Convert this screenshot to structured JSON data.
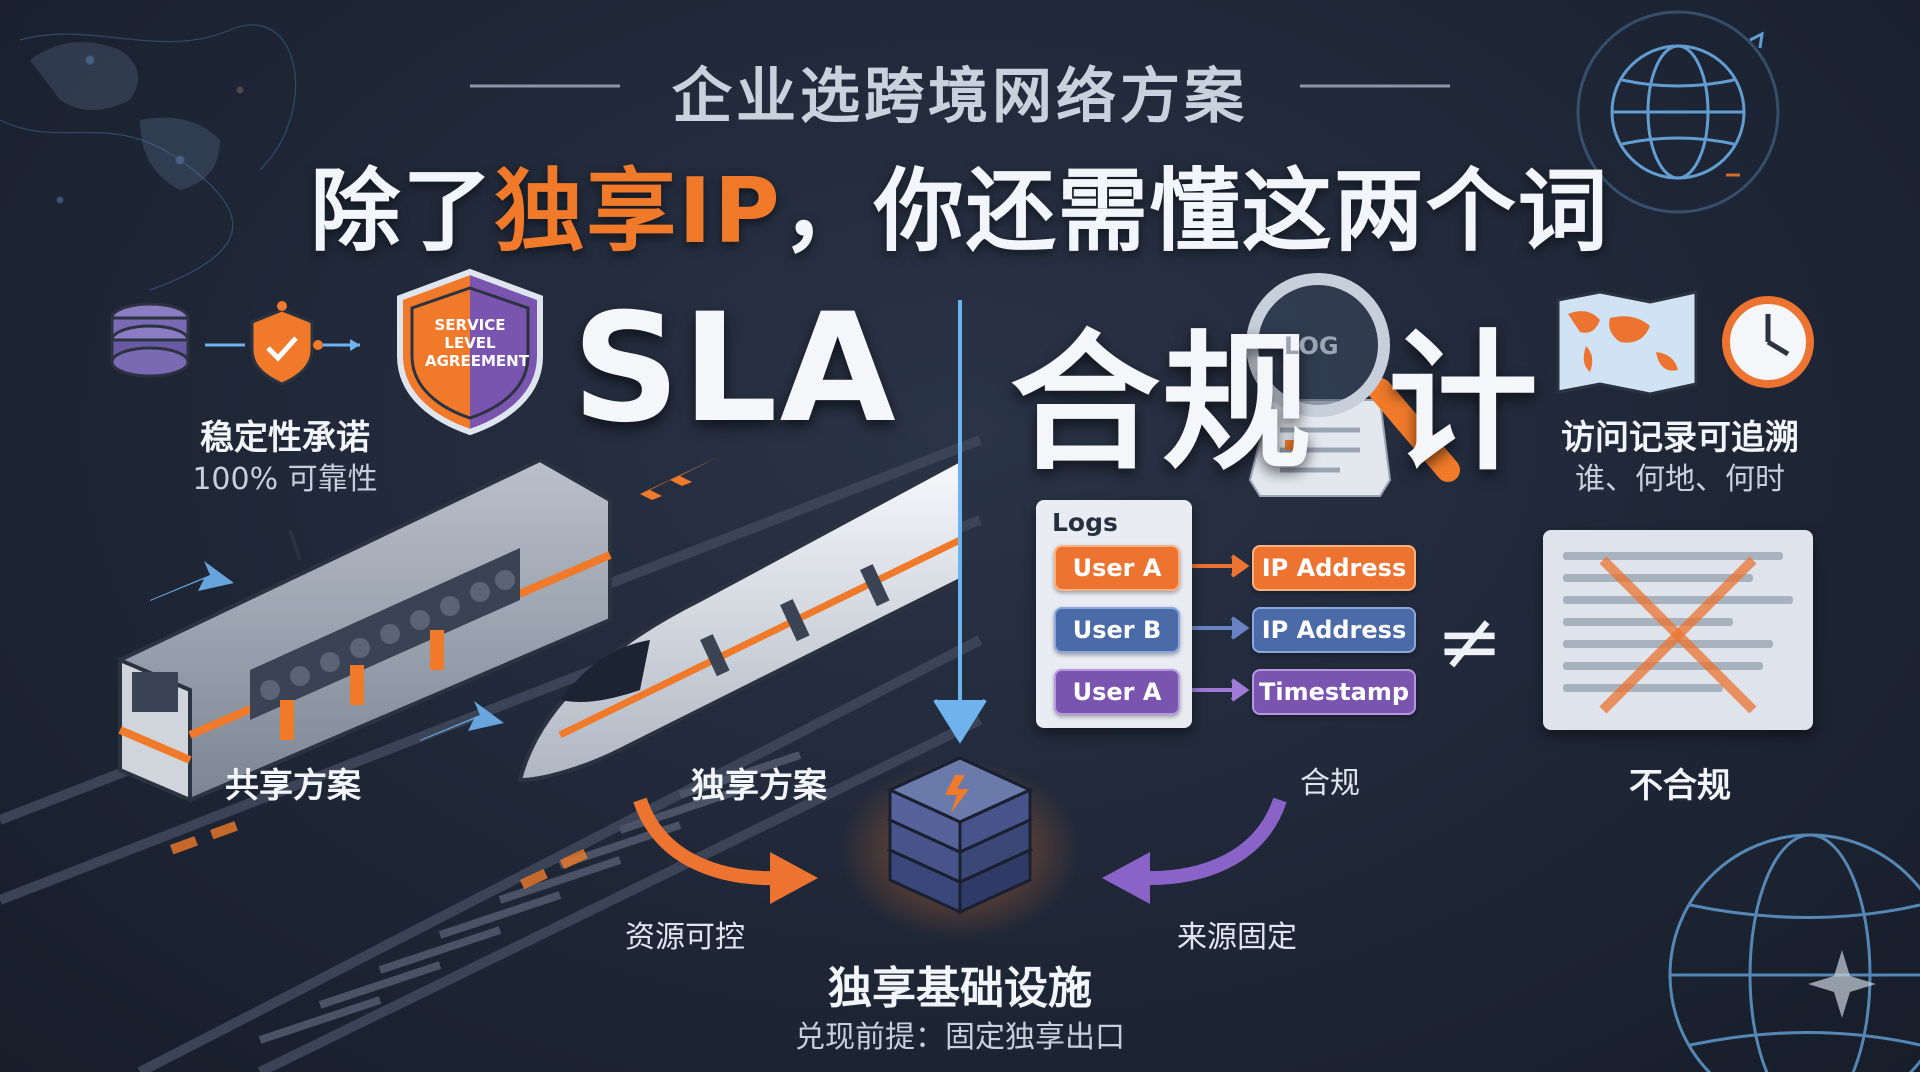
{
  "header": {
    "subtitle": "企业选跨境网络方案",
    "headline_pre": "除了",
    "headline_highlight": "独享IP",
    "headline_post": "，你还需懂这两个词"
  },
  "sla": {
    "term": "SLA",
    "badge_lines": [
      "SERVICE",
      "LEVEL",
      "AGREEMENT"
    ],
    "stability_title": "稳定性承诺",
    "stability_sub": "100% 可靠性",
    "shared_label": "共享方案",
    "dedicated_label": "独享方案"
  },
  "compliance": {
    "term_left": "合规",
    "term_right": "计",
    "log_tag": "LOG",
    "trace_title": "访问记录可追溯",
    "trace_sub": "谁、何地、何时",
    "logs_title": "Logs",
    "rows": [
      {
        "user": "User A",
        "target": "IP Address",
        "user_color": "orange",
        "target_color": "orange"
      },
      {
        "user": "User B",
        "target": "IP Address",
        "user_color": "blue",
        "target_color": "blue"
      },
      {
        "user": "User A",
        "target": "Timestamp",
        "user_color": "purple",
        "target_color": "purple"
      }
    ],
    "neq_symbol": "≠",
    "compliant_label": "合规",
    "noncompliant_label": "不合规"
  },
  "foundation": {
    "left_flow": "资源可控",
    "right_flow": "来源固定",
    "title": "独享基础设施",
    "subtitle": "兑现前提：固定独享出口"
  },
  "colors": {
    "accent_orange": "#f07a2a",
    "accent_blue": "#5b8fd6",
    "accent_purple": "#8a63c9",
    "background": "#1f2737"
  },
  "icons": [
    "database-icon",
    "shield-check-icon",
    "sla-shield-badge-icon",
    "magnifier-icon",
    "world-map-icon",
    "clock-icon",
    "server-stack-icon",
    "globe-icon",
    "train-icon",
    "sparkle-icon"
  ]
}
